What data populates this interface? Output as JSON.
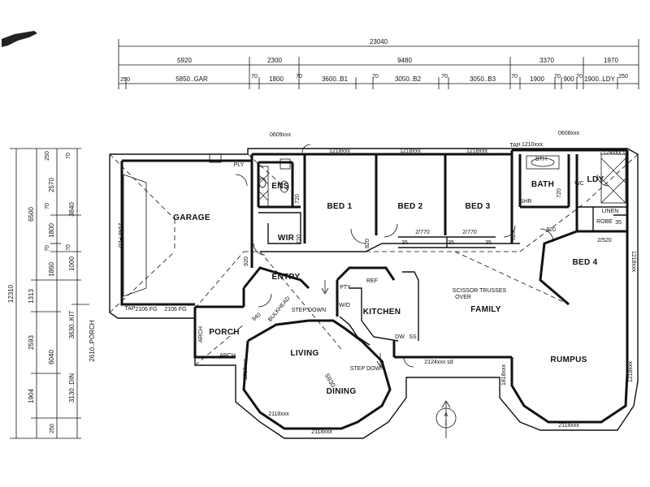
{
  "rooms": {
    "garage": "GARAGE",
    "bed1": "BED 1",
    "bed2": "BED 2",
    "bed3": "BED 3",
    "bed4": "BED 4",
    "ens": "ENS",
    "wir": "WIR",
    "entry": "ENTRY",
    "porch": "PORCH",
    "kitchen": "KITCHEN",
    "family": "FAMILY",
    "living": "LIVING",
    "dining": "DINING",
    "rumpus": "RUMPUS",
    "bath": "BATH",
    "ldy": "LDY",
    "linen": "LINEN",
    "robe": "ROBE",
    "pty": "PTY",
    "ref": "REF",
    "wo": "W/O",
    "dw": "DW",
    "ss": "SS",
    "shr": "SHR",
    "bth": "BTH",
    "wc": "WC",
    "ply": "PLY"
  },
  "notes": {
    "scissor": "SCISSOR TRUSSES",
    "over": "OVER",
    "step_down_1": "STEP DOWN",
    "step_down_2": "STEP DOWN",
    "tap_left": "TAP",
    "tap_right": "TAP",
    "arch_left": "ARCH",
    "arch_bottom": "ARCH",
    "bulkhead": "BULKHEAD"
  },
  "top_dims": {
    "overall": "23040",
    "row2": [
      "5920",
      "2300",
      "9480",
      "3370",
      "1970"
    ],
    "row3": [
      "250",
      "5850..GAR",
      "70",
      "1800",
      "70",
      "3600..B1",
      "70",
      "3050..B2",
      "70",
      "3050..B3",
      "70",
      "1900",
      "70",
      "900",
      "70",
      "1900..LDY",
      "250"
    ]
  },
  "left_dims": {
    "overall": "12310",
    "col_a": [
      "6500",
      "1313",
      "2593",
      "1904"
    ],
    "col_b": [
      "2570",
      "1800",
      "1860",
      "6040",
      "250"
    ],
    "col_c": [
      "3840",
      "1000",
      "3630..KIT",
      "3130..DIN"
    ],
    "porch": "2610..PORCH",
    "small": [
      "250",
      "70",
      "70",
      "70",
      "70"
    ]
  },
  "labels": {
    "fld": "2148 FLD",
    "fg1": "2106 FG",
    "fg2": "2106 FG",
    "tap_top": "TAP",
    "w1": "1218xxx",
    "w2": "1218xxx",
    "w3": "1218xxx",
    "w4": "1210xxx",
    "w5": "0608xxx",
    "w6": "0609xxx",
    "w7": "2124xxx sd",
    "w8": "2124xxx sd",
    "w9": "1218xxx",
    "w10": "2118xxx",
    "w11": "2118xxx",
    "w12": "2118xxx",
    "w13": "1218xxx",
    "w14": "1218xxx",
    "w15": "1818xxx",
    "door_820a": "820",
    "door_820b": "820",
    "door_820c": "820",
    "door_720a": "720",
    "door_720b": "720",
    "door_720c": "720",
    "robe_b2": "2/770",
    "robe_b3": "2/770",
    "robe_b4": "2/520",
    "d35a": "35",
    "d35b": "35",
    "d35c": "35",
    "d35d": "35",
    "d940": "940",
    "d5930": "5930",
    "d920": "920",
    "north": "A",
    "north2": "1"
  }
}
